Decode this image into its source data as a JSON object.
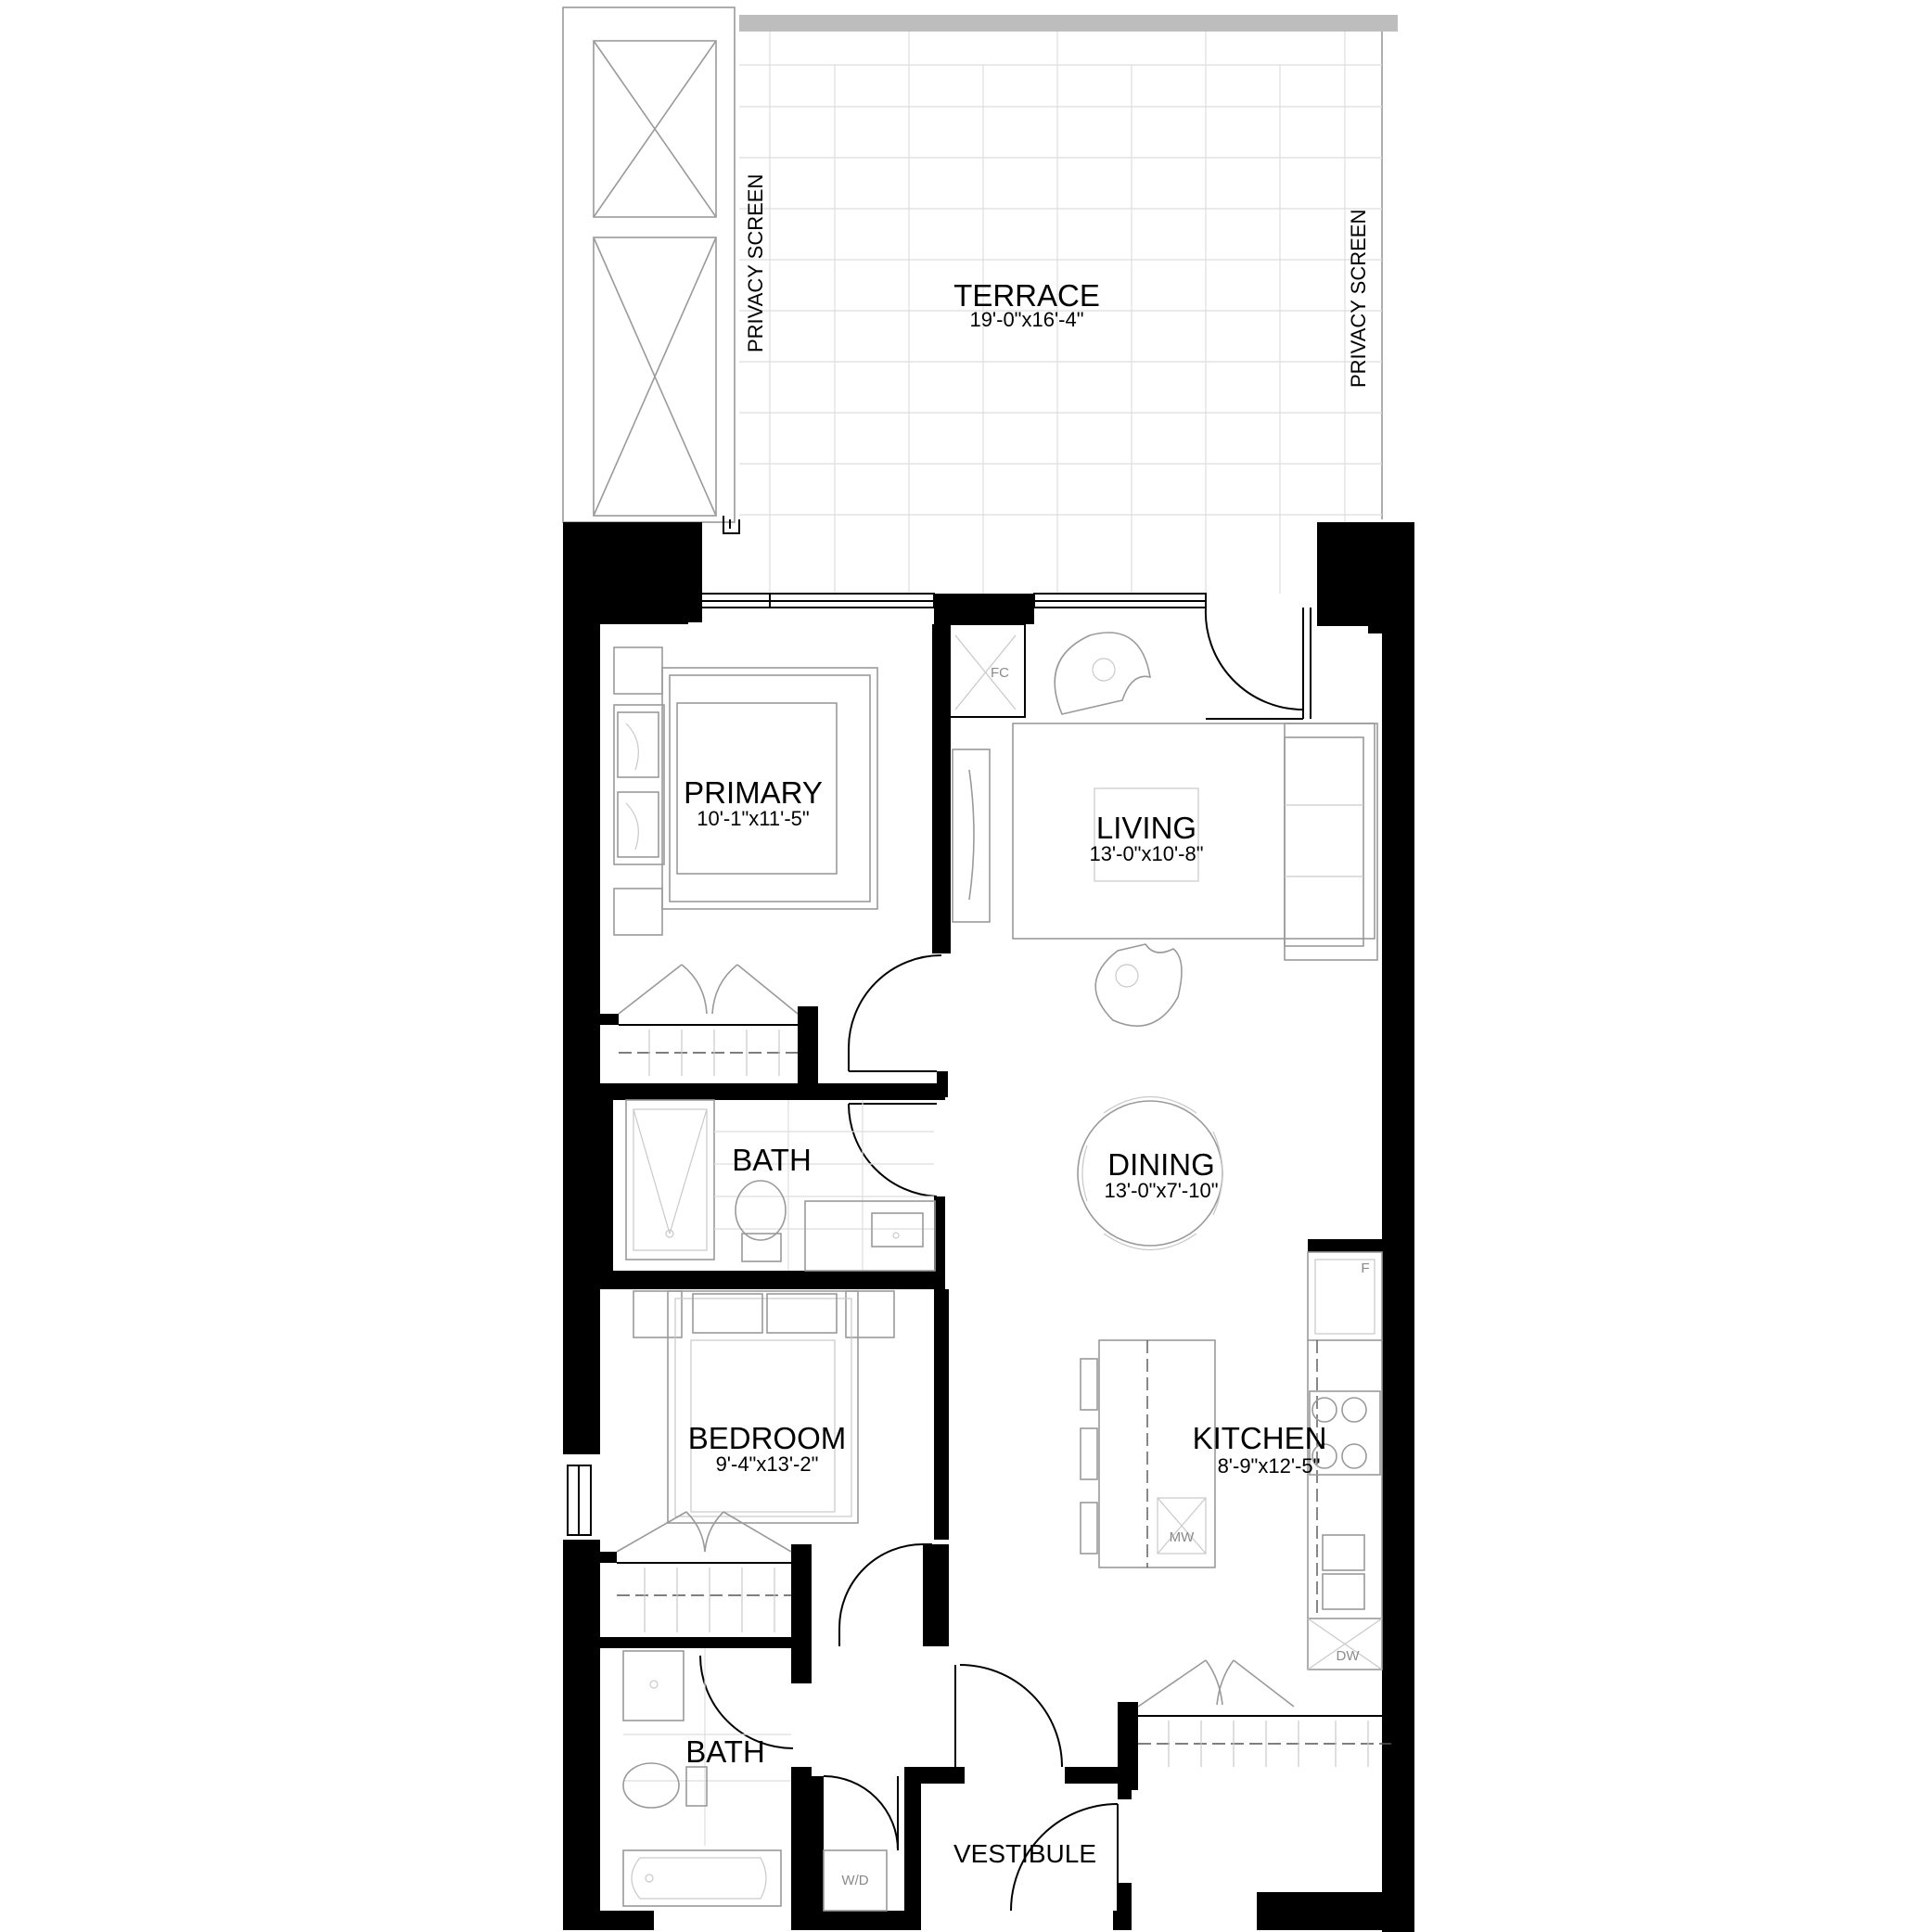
{
  "rooms": {
    "terrace": {
      "name": "TERRACE",
      "dim": "19'-0\"x16'-4\""
    },
    "primary": {
      "name": "PRIMARY",
      "dim": "10'-1\"x11'-5\""
    },
    "living": {
      "name": "LIVING",
      "dim": "13'-0\"x10'-8\""
    },
    "bath1": {
      "name": "BATH"
    },
    "dining": {
      "name": "DINING",
      "dim": "13'-0\"x7'-10\""
    },
    "bedroom": {
      "name": "BEDROOM",
      "dim": "9'-4\"x13'-2\""
    },
    "kitchen": {
      "name": "KITCHEN",
      "dim": "8'-9\"x12'-5\""
    },
    "bath2": {
      "name": "BATH"
    },
    "vestibule": {
      "name": "VESTIBULE"
    }
  },
  "annotations": {
    "privacy_screen_left": "PRIVACY SCREEN",
    "privacy_screen_right": "PRIVACY SCREEN",
    "fc": "FC",
    "fridge": "F",
    "microwave": "MW",
    "dishwasher": "DW",
    "washer_dryer": "W/D"
  }
}
